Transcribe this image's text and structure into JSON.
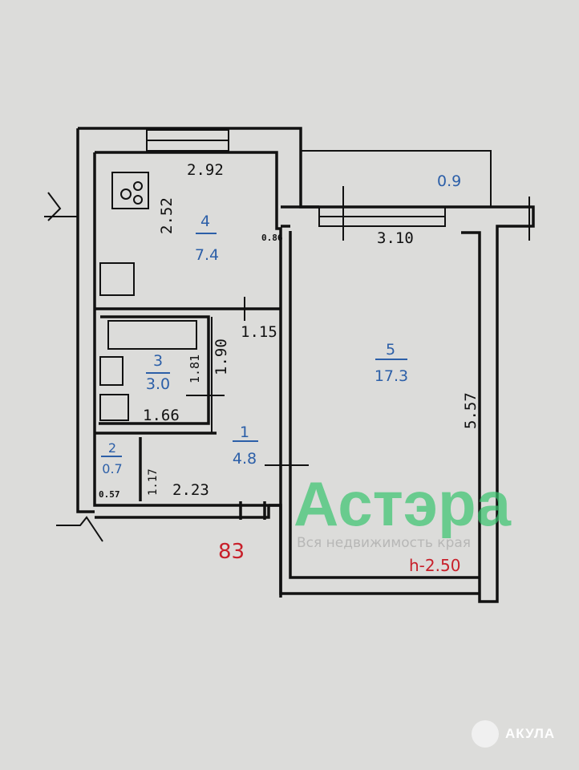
{
  "rooms": [
    {
      "number": "1",
      "area": "4.8"
    },
    {
      "number": "2",
      "area": "0.7"
    },
    {
      "number": "3",
      "area": "3.0"
    },
    {
      "number": "4",
      "area": "7.4"
    },
    {
      "number": "5",
      "area": "17.3"
    }
  ],
  "dimensions": {
    "kitchen_width": "2.92",
    "kitchen_depth": "2.52",
    "kitchen_door": "0.86",
    "room_width": "3.10",
    "room_depth": "5.57",
    "balcony_area": "0.9",
    "hall_width": "1.15",
    "bath_depth": "1.81",
    "hall_depth": "1.90",
    "bath_width": "1.66",
    "toilet_width": "0.57",
    "toilet_depth": "1.17",
    "corridor_width": "2.23"
  },
  "apartment_number": "83",
  "ceiling_height": "h-2.50",
  "watermark": {
    "brand": "Астэра",
    "tagline": "Вся недвижимость края"
  },
  "source_logo": "АКУЛА"
}
